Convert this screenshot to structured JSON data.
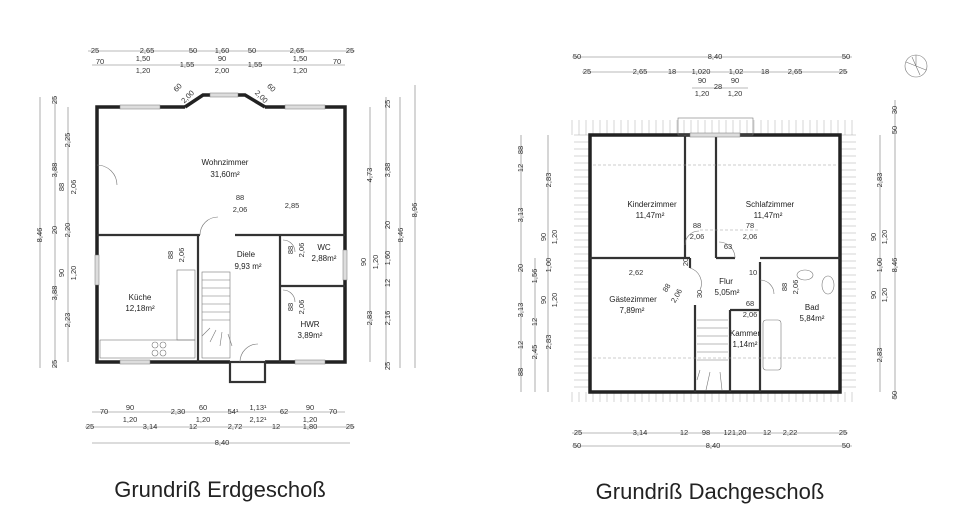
{
  "eg": {
    "title": "Grundriß Erdgeschoß",
    "rooms": [
      {
        "name": "Wohnzimmer",
        "area": "31,60m²"
      },
      {
        "name": "Küche",
        "area": "12,18m²"
      },
      {
        "name": "Diele",
        "area": "9,93 m²"
      },
      {
        "name": "WC",
        "area": "2,88m²"
      },
      {
        "name": "HWR",
        "area": "3,89m²"
      }
    ],
    "dims": {
      "top_outer": [
        "25",
        "2,65",
        "50",
        "1,60",
        "50",
        "2,65",
        "25"
      ],
      "top_openings": [
        "70",
        "1,50",
        "1,20",
        "1,55",
        "90",
        "2,00",
        "1,55",
        "1,50",
        "1,20",
        "70"
      ],
      "bay": [
        "60",
        "2,00",
        "2,00",
        "60"
      ],
      "bottom_openings": [
        "70",
        "90",
        "1,20",
        "2,30",
        "60",
        "1,20",
        "54¹",
        "1,13¹",
        "2,12¹",
        "62",
        "90",
        "1,20",
        "70"
      ],
      "bottom_walls": [
        "25",
        "3,14",
        "12",
        "2,72",
        "12",
        "1,80",
        "25"
      ],
      "bottom_total": [
        "8,40"
      ],
      "left_outer": [
        "8,46"
      ],
      "left_mid": [
        "25",
        "3,88",
        "20",
        "3,88",
        "25"
      ],
      "left_inner": [
        "2,25",
        "88",
        "2,06",
        "2,20",
        "90",
        "1,20",
        "2,23"
      ],
      "right_inner": [
        "4,73",
        "90",
        "1,20",
        "2,83"
      ],
      "right_mid": [
        "25",
        "3,88",
        "20",
        "1,60",
        "12",
        "2,16",
        "25"
      ],
      "right_outer": [
        "8,46",
        "8,96"
      ],
      "interior": [
        "88",
        "2,06",
        "2,85",
        "88",
        "2,06",
        "88",
        "2,06",
        "88",
        "2,06"
      ]
    }
  },
  "dg": {
    "title": "Grundriß Dachgeschoß",
    "rooms": [
      {
        "name": "Kinderzimmer",
        "area": "11,47m²"
      },
      {
        "name": "Schlafzimmer",
        "area": "11,47m²"
      },
      {
        "name": "Flur",
        "area": "5,05m²"
      },
      {
        "name": "Gästezimmer",
        "area": "7,89m²"
      },
      {
        "name": "Bad",
        "area": "5,84m²"
      },
      {
        "name": "Kammer",
        "area": "1,14m²"
      }
    ],
    "dims": {
      "top_outer": [
        "50",
        "8,40",
        "50"
      ],
      "top_walls": [
        "25",
        "2,65",
        "18",
        "1,020",
        "1,02",
        "18",
        "2,65",
        "25"
      ],
      "top_openings": [
        "90",
        "1,20",
        "28",
        "90",
        "1,20"
      ],
      "bottom_walls": [
        "25",
        "3,14",
        "12",
        "98",
        "121,20",
        "12",
        "2,22",
        "25"
      ],
      "bottom_outer": [
        "50",
        "8,40",
        "50"
      ],
      "left_outer": [
        "88",
        "12",
        "3,13",
        "20",
        "3,13",
        "12",
        "88"
      ],
      "left_mid": [
        "1,56",
        "12",
        "2,45"
      ],
      "left_inner": [
        "2,83",
        "90",
        "1,20",
        "1,00",
        "90",
        "1,20",
        "2,83"
      ],
      "right_inner": [
        "2,83",
        "90",
        "1,20",
        "1,00",
        "90",
        "1,20",
        "2,83"
      ],
      "right_outer": [
        "30",
        "50",
        "8,46",
        "50"
      ],
      "interior": [
        "88",
        "2,06",
        "78",
        "2,06",
        "63",
        "2,62",
        "20",
        "10",
        "88",
        "2,06",
        "30",
        "68",
        "2,06",
        "88",
        "2,06"
      ]
    },
    "compass_icon": "north-arrow-icon"
  }
}
